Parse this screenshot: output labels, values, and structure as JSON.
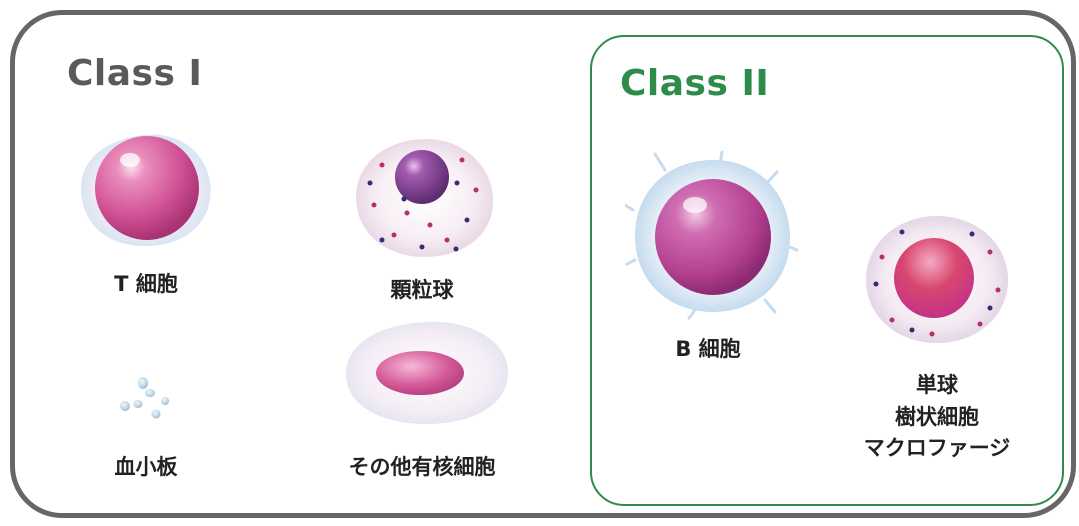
{
  "classes": {
    "class1": {
      "title": "Class I",
      "color": "#5a5a5a"
    },
    "class2": {
      "title": "Class II",
      "color": "#2e8b4a"
    }
  },
  "cells": {
    "t_cell": {
      "label": "T 細胞"
    },
    "granulocyte": {
      "label": "顆粒球"
    },
    "platelet": {
      "label": "血小板"
    },
    "nucleated": {
      "label": "その他有核細胞"
    },
    "b_cell": {
      "label": "B 細胞"
    },
    "monocyte": {
      "lines": [
        "単球",
        "樹状細胞",
        "マクロファージ"
      ]
    }
  }
}
